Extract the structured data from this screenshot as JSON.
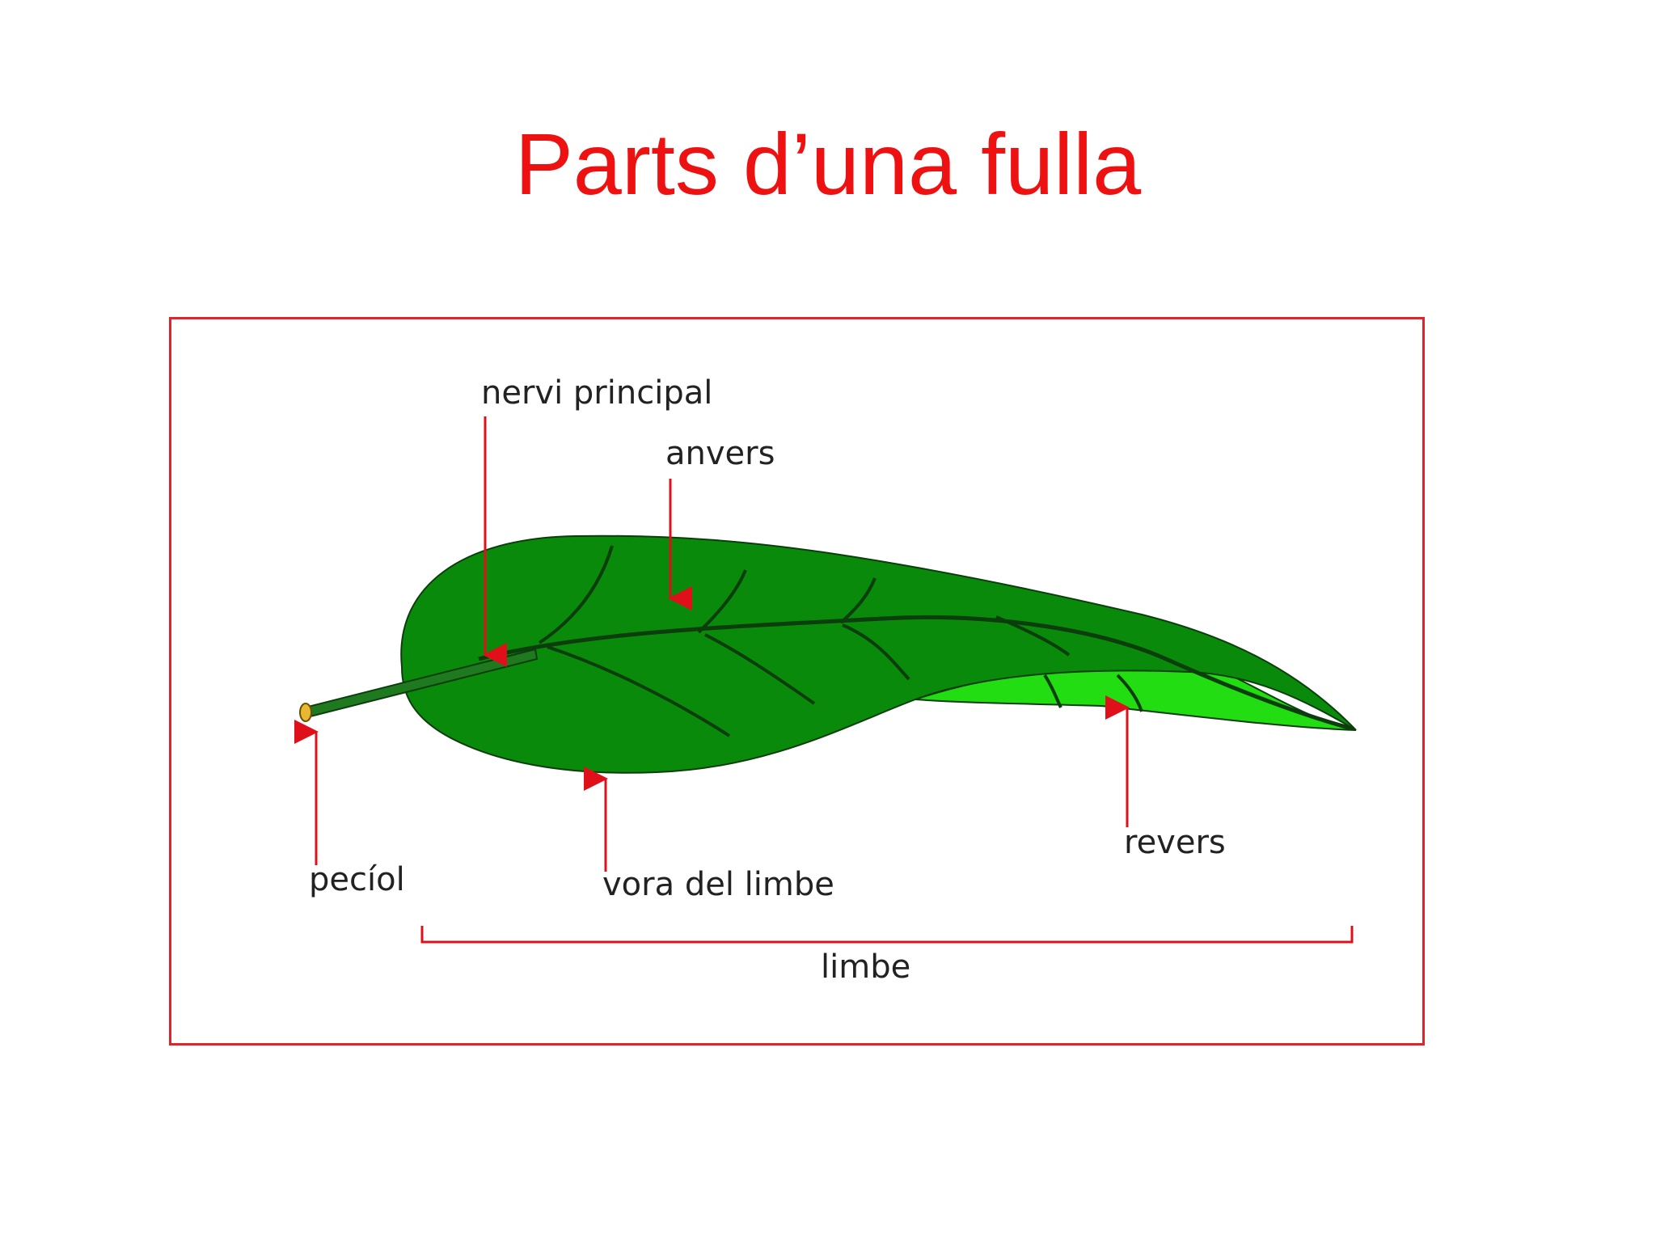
{
  "slide": {
    "title": "Parts d’una fulla"
  },
  "diagram": {
    "labels": {
      "nervi_principal": "nervi principal",
      "anvers": "anvers",
      "peciol": "pecíol",
      "vora_del_limbe": "vora del limbe",
      "revers": "revers",
      "limbe": "limbe"
    },
    "colors": {
      "title": "#ee1111",
      "frame": "#e0242b",
      "leaf_upper": "#0a8a0a",
      "leaf_underside": "#22dd11",
      "veins": "#0c3d0c",
      "arrows": "#e0101a",
      "petiole_tip": "#e8b830"
    }
  }
}
